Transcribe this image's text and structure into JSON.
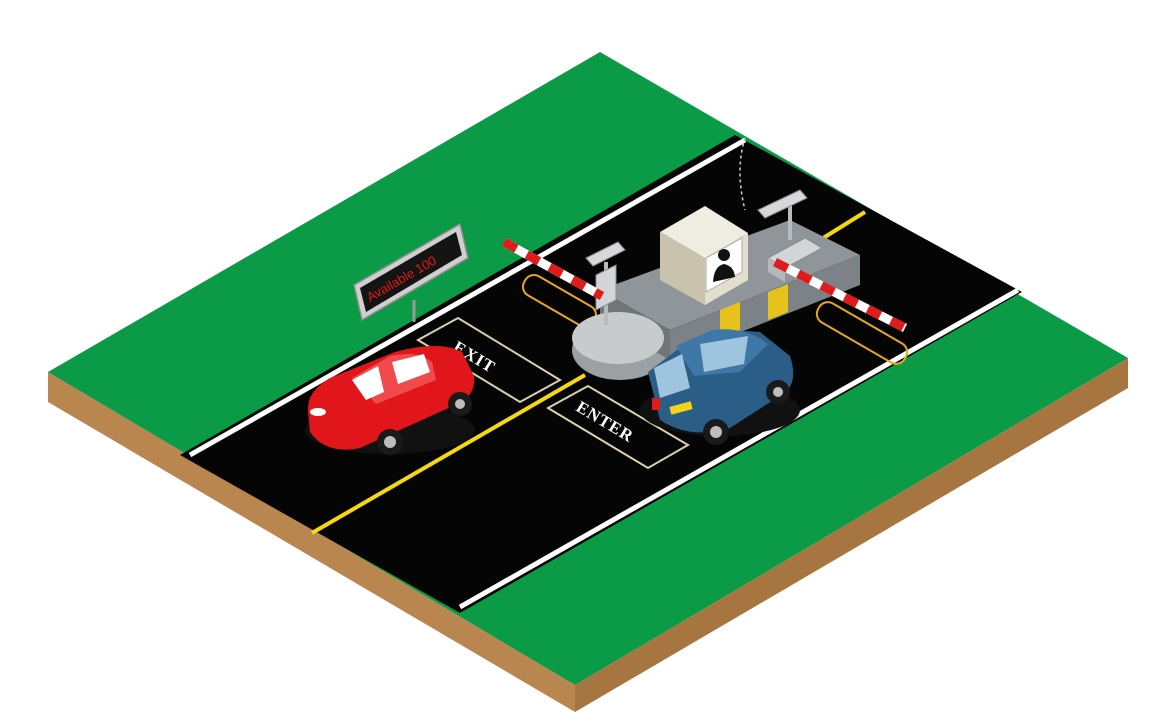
{
  "scene": {
    "sign": {
      "text": "Available 100",
      "led_color": "#e01b1b"
    },
    "road_labels": {
      "exit": "EXIT",
      "enter": "ENTER"
    },
    "colors": {
      "grass": "#0b9a46",
      "soil": "#b8864e",
      "asphalt": "#050505",
      "lane_edge": "#ffffff",
      "center_line": "#f5d80f",
      "exit_car": "#e0161b",
      "enter_car": "#2b5e86",
      "booth": "#d8d3c2",
      "barrier_stripe": "#e01b1b"
    },
    "icons": [
      "attendant-icon",
      "camera-icon",
      "barrier-gate-icon"
    ]
  }
}
